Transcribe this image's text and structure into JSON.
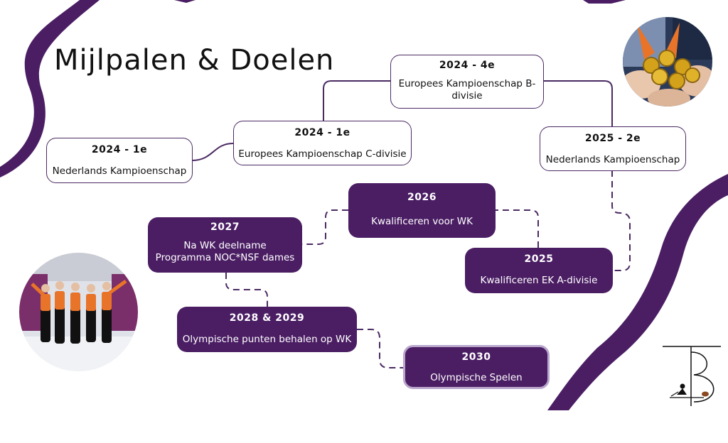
{
  "page": {
    "title": "Mijlpalen & Doelen"
  },
  "milestones": [
    {
      "year": "2024 - 1e",
      "desc": "Nederlands Kampioenschap"
    },
    {
      "year": "2024 - 1e",
      "desc": "Europees Kampioenschap C-divisie"
    },
    {
      "year": "2024 - 4e",
      "desc": "Europees Kampioenschap B-divisie"
    },
    {
      "year": "2025 - 2e",
      "desc": "Nederlands Kampioenschap"
    }
  ],
  "goals": [
    {
      "year": "2025",
      "desc": "Kwalificeren EK A-divisie"
    },
    {
      "year": "2026",
      "desc": "Kwalificeren voor WK"
    },
    {
      "year": "2027",
      "desc": "Na WK deelname\nProgramma NOC*NSF dames"
    },
    {
      "year": "2028 & 2029",
      "desc": "Olympische punten behalen op WK"
    },
    {
      "year": "2030",
      "desc": "Olympische Spelen"
    }
  ],
  "colors": {
    "purple": "#4b1e64",
    "frame": "#b9a6cc",
    "orange": "#e8742a",
    "gold": "#d4a21a"
  },
  "icons": [
    "medals-photo",
    "team-photo",
    "curling-logo"
  ]
}
